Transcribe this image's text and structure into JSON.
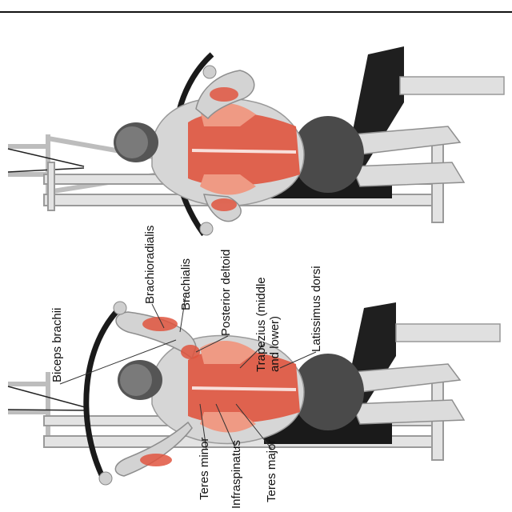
{
  "labels": {
    "biceps_brachii": "Biceps brachii",
    "brachioradialis": "Brachioradialis",
    "brachialis": "Brachialis",
    "posterior_deltoid": "Posterior deltoid",
    "trapezius": "Trapezius (middle\nand lower)",
    "latissimus_dorsi": "Latissimus dorsi",
    "teres_minor": "Teres minor",
    "infraspinatus": "Infraspinatus",
    "teres_major": "Teres major"
  },
  "colors": {
    "muscle_highlight": "#e0553f",
    "muscle_light": "#ef9a84",
    "skin": "#d9d9d9",
    "shorts": "#4a4a4a",
    "bench": "#1a1a1a",
    "machine": "#c8c8c8"
  }
}
